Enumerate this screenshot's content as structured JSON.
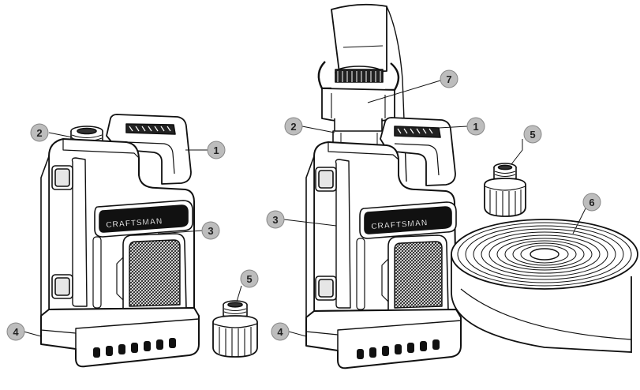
{
  "brand": {
    "logo_text": "CRAFTSMAN"
  },
  "callouts": {
    "left": [
      "1",
      "2",
      "3",
      "4",
      "5"
    ],
    "right": [
      "1",
      "2",
      "3",
      "4",
      "5",
      "6",
      "7"
    ]
  },
  "colors": {
    "line": "#111111",
    "callout_fill": "#bdbdbd",
    "body": "#ffffff"
  }
}
